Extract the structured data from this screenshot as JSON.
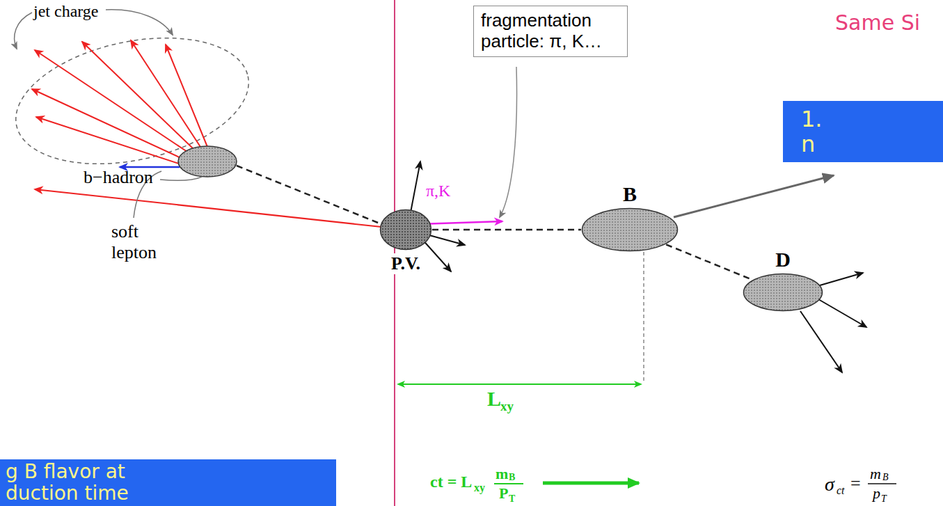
{
  "diagram": {
    "nodes": [
      {
        "text": [
          "fragmentation particle: π, K…"
        ]
      },
      {
        "text": [
          "P.V."
        ]
      },
      {
        "text": [
          "B"
        ]
      },
      {
        "text": [
          "D"
        ]
      },
      {
        "text": [
          "1. n"
        ]
      },
      {
        "text": [
          "g B flavor at duction time"
        ]
      }
    ],
    "edges": [
      {
        "from": 1,
        "to": 2,
        "arrow": "none"
      },
      {
        "from": 2,
        "to": 3,
        "arrow": "none"
      }
    ],
    "labels": [
      "jet charge",
      "b−hadron",
      "soft lepton",
      "π,K",
      "Same Si",
      "L",
      "xy",
      "ct = L",
      "xy",
      "m",
      "B",
      "P",
      "T",
      "σ",
      "ct",
      "=",
      "m",
      "B",
      "p",
      "T"
    ]
  }
}
